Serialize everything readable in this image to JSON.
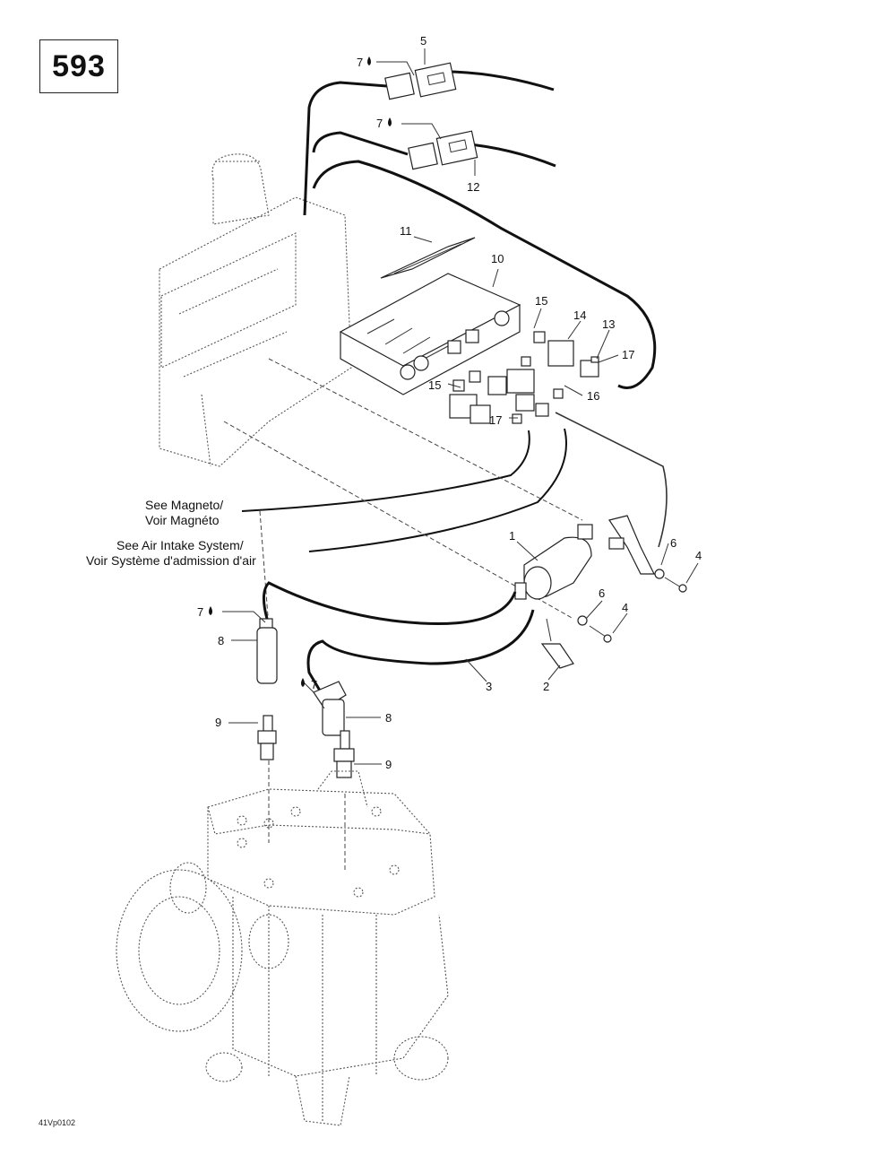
{
  "page_number": "593",
  "drawing_code": "41Vp0102",
  "cross_references": {
    "magneto_en": "See Magneto/",
    "magneto_fr": "Voir Magnéto",
    "air_intake_en": "See Air Intake System/",
    "air_intake_fr": "Voir Système d'admission d'air"
  },
  "callouts": [
    "5",
    "7",
    "7",
    "12",
    "11",
    "10",
    "15",
    "14",
    "13",
    "17",
    "15",
    "16",
    "17",
    "1",
    "6",
    "4",
    "6",
    "4",
    "7",
    "8",
    "2",
    "3",
    "7",
    "8",
    "9",
    "9"
  ]
}
